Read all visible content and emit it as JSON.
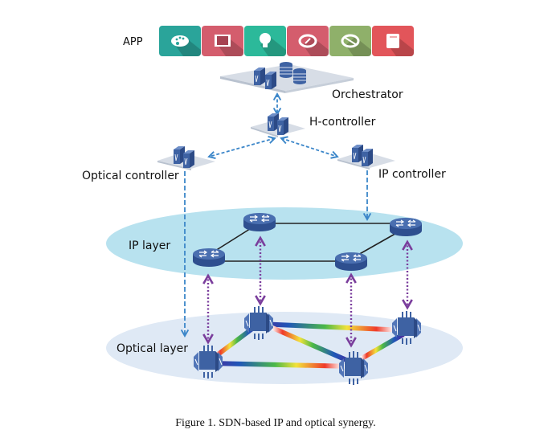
{
  "figure": {
    "caption": "Figure 1. SDN-based IP and optical synergy."
  },
  "app_row": {
    "label": "APP",
    "apps": [
      {
        "icon": "palette-icon",
        "color": "#2aa49a"
      },
      {
        "icon": "film-icon",
        "color": "#d45d6d"
      },
      {
        "icon": "lightbulb-icon",
        "color": "#2cb99a"
      },
      {
        "icon": "compass-icon",
        "color": "#d45d6d"
      },
      {
        "icon": "no-compass-icon",
        "color": "#8fb06a"
      },
      {
        "icon": "notebook-icon",
        "color": "#e2555a"
      }
    ]
  },
  "nodes": {
    "orchestrator": "Orchestrator",
    "h_controller": "H-controller",
    "optical_controller": "Optical  controller",
    "ip_controller": "IP  controller"
  },
  "layers": {
    "ip_layer": "IP  layer",
    "optical_layer": "Optical  layer"
  },
  "colors": {
    "ip_layer_fill": "#b8e2ef",
    "optical_layer_fill": "#dfe9f5",
    "control_arrow": "#3b86c9",
    "cross_layer_arrow": "#7a3d9c",
    "device_blue": "#3e62a3",
    "platform": "#d7dde6"
  }
}
